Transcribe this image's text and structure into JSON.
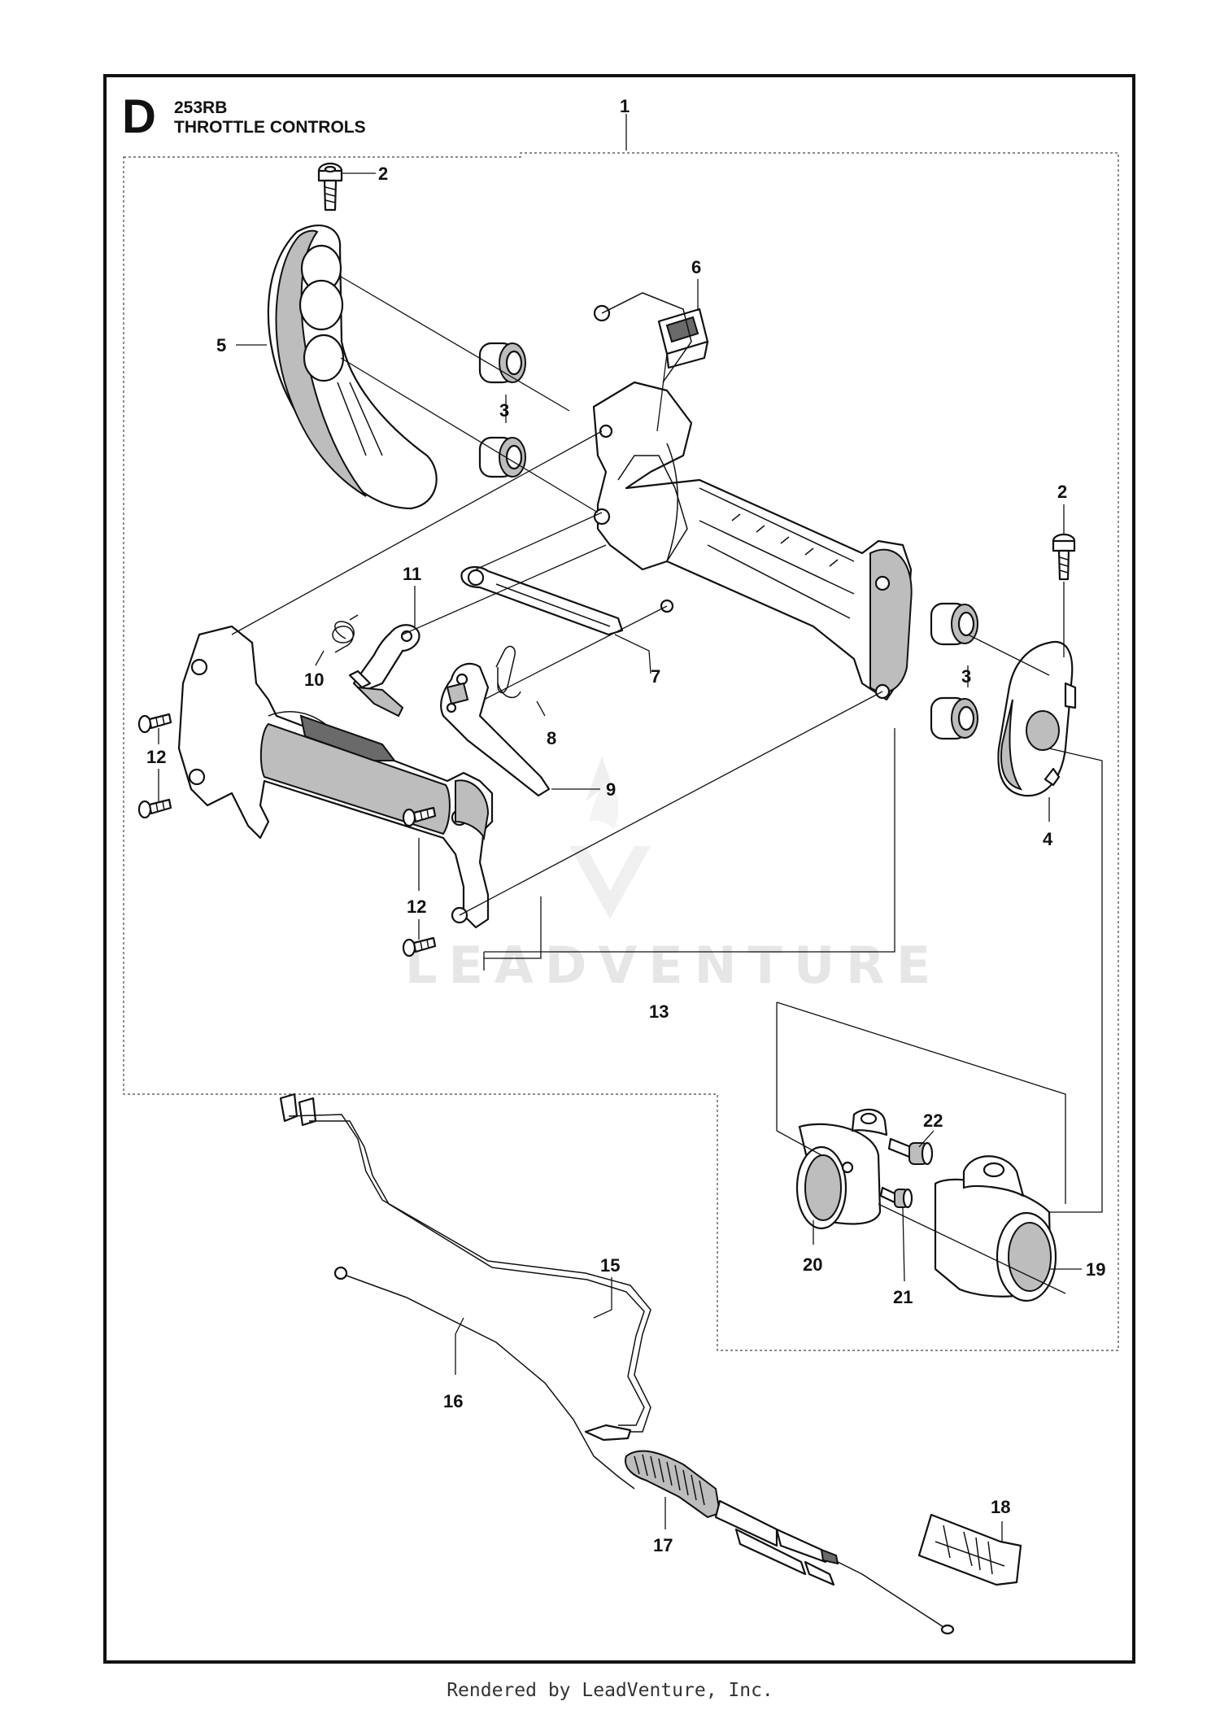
{
  "header": {
    "section_letter": "D",
    "model": "253RB",
    "title": "THROTTLE CONTROLS"
  },
  "callouts": [
    {
      "id": "c1",
      "label": "1"
    },
    {
      "id": "c2a",
      "label": "2"
    },
    {
      "id": "c2b",
      "label": "2"
    },
    {
      "id": "c3a",
      "label": "3"
    },
    {
      "id": "c3b",
      "label": "3"
    },
    {
      "id": "c4",
      "label": "4"
    },
    {
      "id": "c5",
      "label": "5"
    },
    {
      "id": "c6",
      "label": "6"
    },
    {
      "id": "c7",
      "label": "7"
    },
    {
      "id": "c8",
      "label": "8"
    },
    {
      "id": "c9",
      "label": "9"
    },
    {
      "id": "c10",
      "label": "10"
    },
    {
      "id": "c11",
      "label": "11"
    },
    {
      "id": "c12a",
      "label": "12"
    },
    {
      "id": "c12b",
      "label": "12"
    },
    {
      "id": "c13",
      "label": "13"
    },
    {
      "id": "c15",
      "label": "15"
    },
    {
      "id": "c16",
      "label": "16"
    },
    {
      "id": "c17",
      "label": "17"
    },
    {
      "id": "c18",
      "label": "18"
    },
    {
      "id": "c19",
      "label": "19"
    },
    {
      "id": "c20",
      "label": "20"
    },
    {
      "id": "c21",
      "label": "21"
    },
    {
      "id": "c22",
      "label": "22"
    }
  ],
  "watermark": "LEADVENTURE",
  "footer": "Rendered by LeadVenture, Inc."
}
